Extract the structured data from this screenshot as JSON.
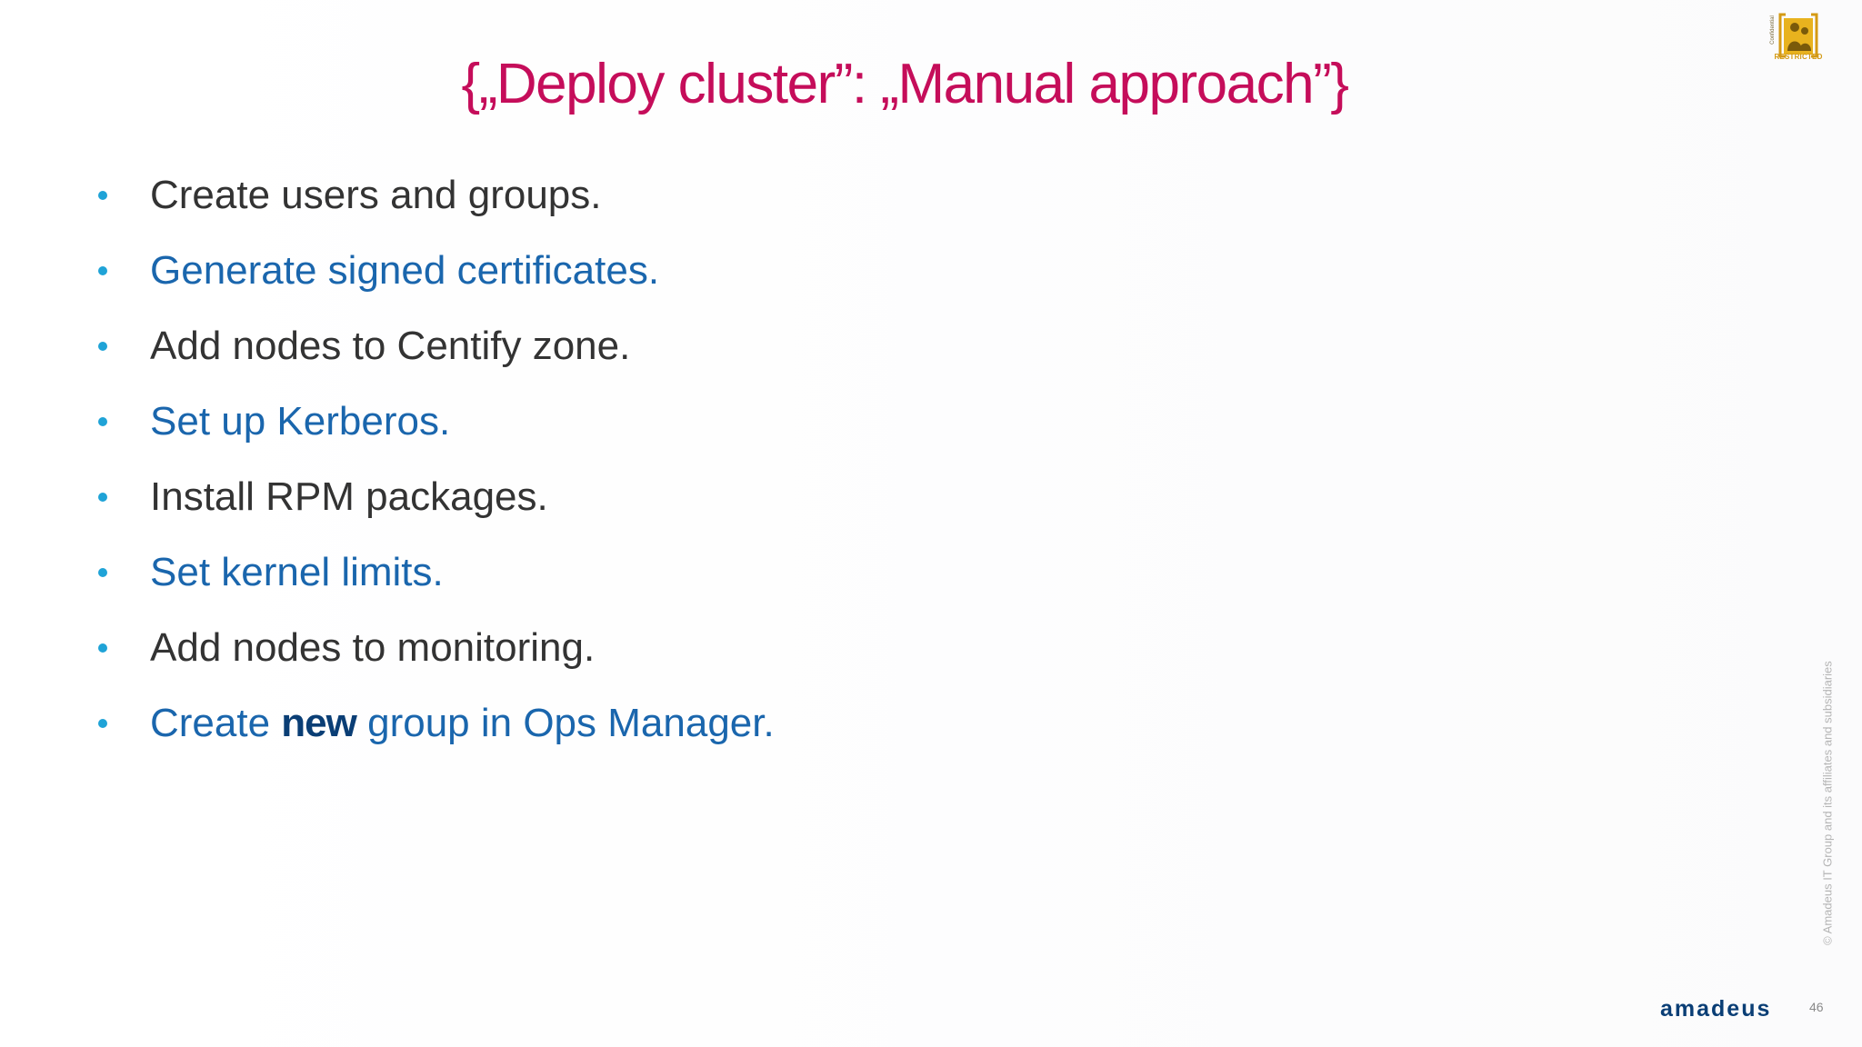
{
  "slide": {
    "title": "{„Deploy cluster”: „Manual approach”}",
    "bullets": [
      {
        "text": "Create users and groups.",
        "color": "#333333"
      },
      {
        "text": "Generate signed certificates.",
        "color": "#1a66ad"
      },
      {
        "text": "Add nodes to Centify zone.",
        "color": "#333333"
      },
      {
        "text": "Set up Kerberos.",
        "color": "#1a66ad"
      },
      {
        "text": "Install RPM packages.",
        "color": "#333333"
      },
      {
        "text": "Set kernel limits.",
        "color": "#1a66ad"
      },
      {
        "text": "Add nodes to monitoring.",
        "color": "#333333"
      },
      {
        "before": "Create ",
        "emphasis": "new",
        "after": " group in Ops Manager.",
        "color": "#1a66ad"
      }
    ]
  },
  "badge": {
    "label": "RESTRICTED",
    "side_label": "Confidential",
    "icon": "people-icon",
    "color": "#d49a14"
  },
  "footer": {
    "copyright": "© Amadeus IT Group and its affiliates and subsidiaries",
    "logo": "amadeus",
    "page_number": "46"
  },
  "colors": {
    "title": "#c50d5a",
    "bullet_dot": "#1fa3d7",
    "logo": "#0a3e75"
  }
}
